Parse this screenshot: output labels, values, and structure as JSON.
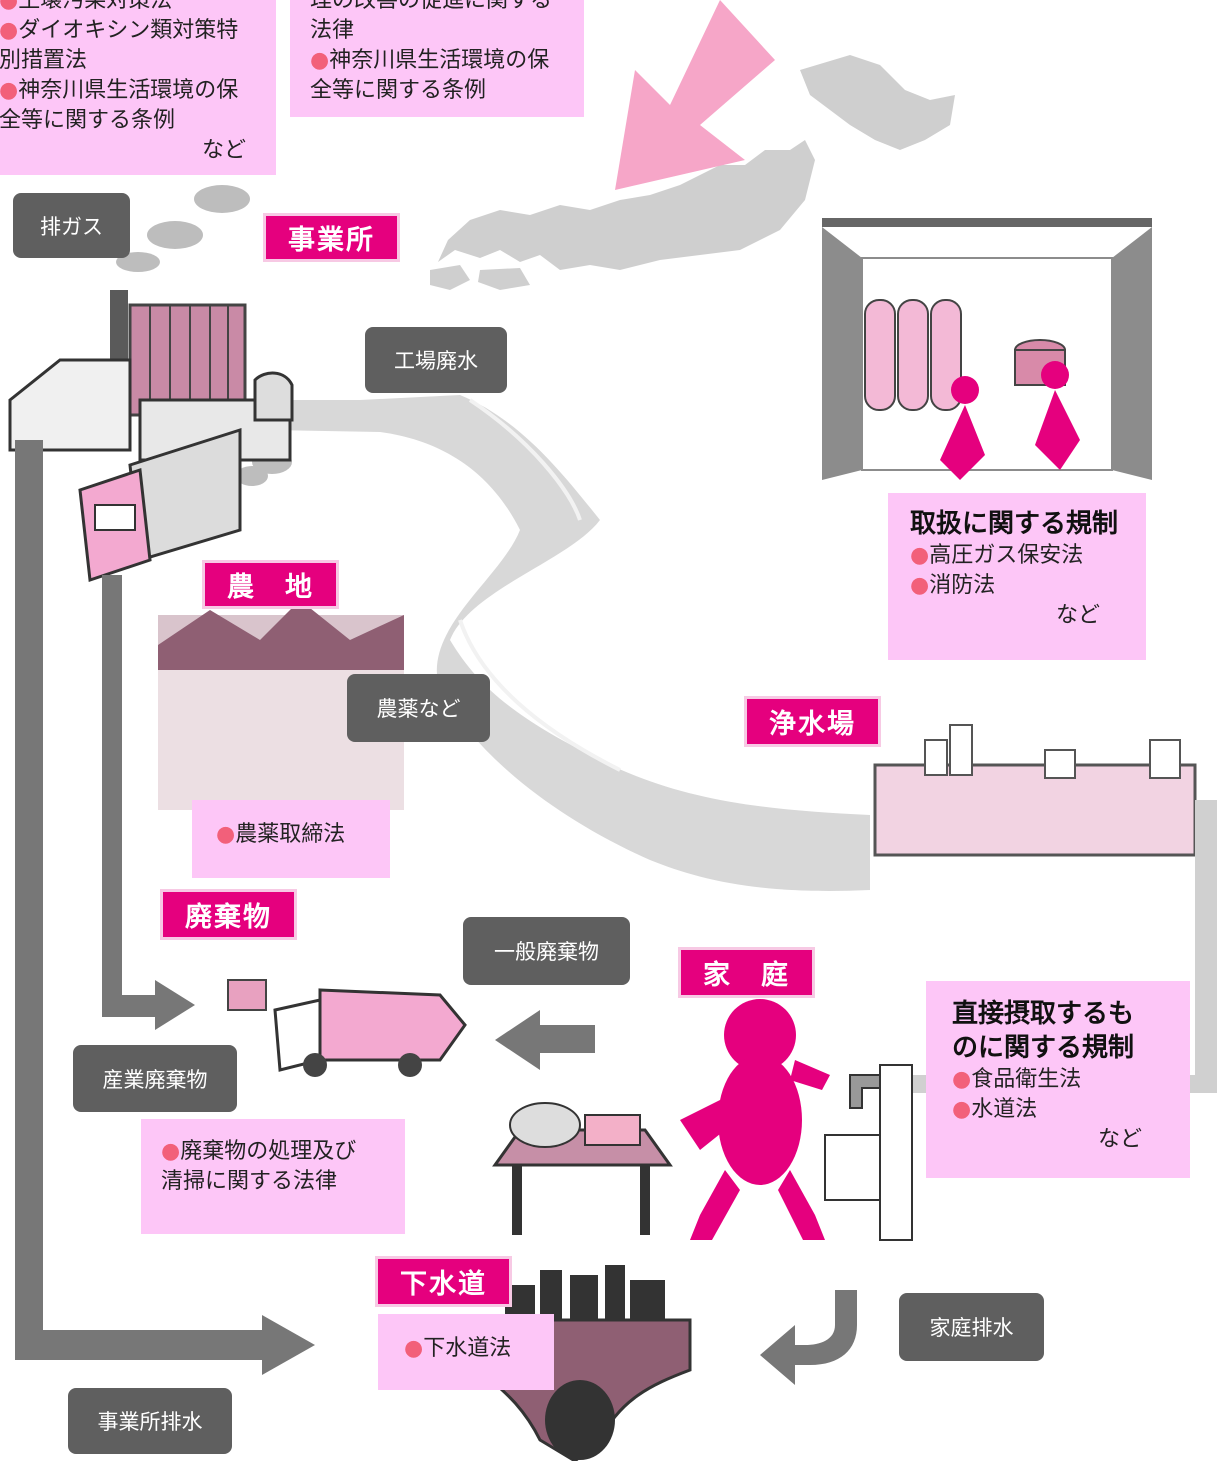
{
  "colors": {
    "pink_box": "#fdc6f7",
    "magenta": "#e5007e",
    "grey_tag": "#5f5f5f",
    "bullet": "#f2607a",
    "river": "#d6d6d6",
    "arrow": "#777777"
  },
  "law_boxes": {
    "top_left": {
      "lines": [
        "土壌汚染対策法",
        "ダイオキシン類対策特",
        "別措置法",
        "神奈川県生活環境の保",
        "全等に関する条例"
      ],
      "etc": "など"
    },
    "top_center": {
      "lines": [
        "理の改善の促進に関する",
        "法律",
        "神奈川県生活環境の保",
        "全等に関する条例"
      ]
    },
    "handling": {
      "heading": "取扱に関する規制",
      "laws": [
        "高圧ガス保安法",
        "消防法"
      ],
      "etc": "など"
    },
    "agri": {
      "law": "農薬取締法"
    },
    "direct": {
      "heading_line1": "直接摂取するも",
      "heading_line2": "のに関する規制",
      "laws": [
        "食品衛生法",
        "水道法"
      ],
      "etc": "など"
    },
    "waste": {
      "line1": "廃棄物の処理及び",
      "line2": "清掃に関する法律"
    },
    "sewer": {
      "law": "下水道法"
    }
  },
  "pink_tags": {
    "business": "事業所",
    "farmland": "農　地",
    "waste": "廃棄物",
    "water_plant": "浄水場",
    "home": "家　庭",
    "sewer": "下水道"
  },
  "grey_tags": {
    "exhaust": "排ガス",
    "factory_wastewater": "工場廃水",
    "pesticides": "農薬など",
    "general_waste": "一般廃棄物",
    "industrial_waste": "産業廃棄物",
    "household_wastewater": "家庭排水",
    "business_wastewater": "事業所排水"
  }
}
